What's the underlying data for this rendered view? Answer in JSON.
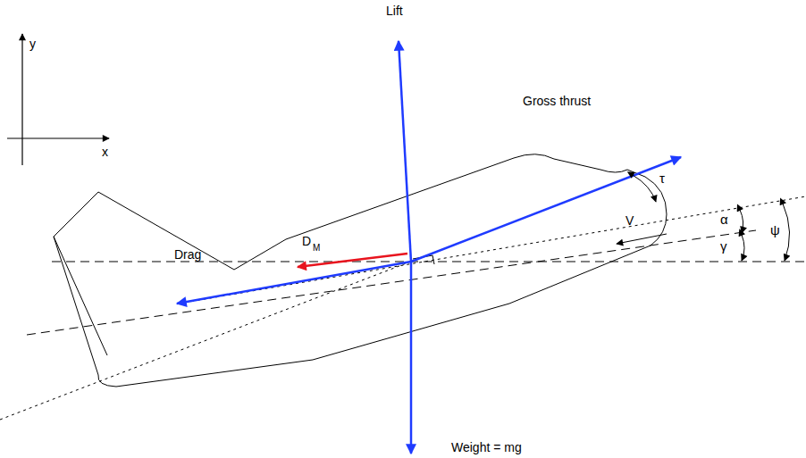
{
  "diagram": {
    "labels": [
      "y",
      "x",
      "Lift",
      "Gross thrust",
      "τ",
      "α",
      "ψ",
      "V",
      "D",
      "M",
      "Drag",
      "γ",
      "Weight = mg"
    ]
  }
}
